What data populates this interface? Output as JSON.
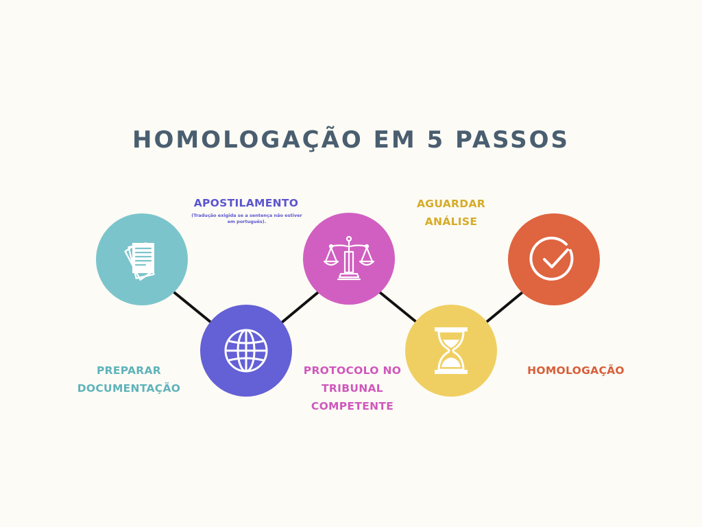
{
  "title": "HOMOLOGAÇÃO EM 5 PASSOS",
  "colors": {
    "background": "#fcfbf5",
    "title": "#4a5e70",
    "connector": "#111111",
    "step1": "#7cc4cc",
    "step2": "#6460d6",
    "step3": "#d15fc1",
    "step4": "#f0cf62",
    "step5": "#df6440",
    "step4_label": "#d6ab28",
    "icon": "#ffffff"
  },
  "steps": [
    {
      "icon": "documents-icon",
      "label_lines": [
        "PREPARAR",
        "DOCUMENTAÇÃO"
      ]
    },
    {
      "icon": "globe-icon",
      "label_lines": [
        "APOSTILAMENTO"
      ],
      "note_lines": [
        "(Tradução exigida se a sentença não estiver",
        "em português)."
      ]
    },
    {
      "icon": "scales-icon",
      "label_lines": [
        "PROTOCOLO NO",
        "TRIBUNAL",
        "COMPETENTE"
      ]
    },
    {
      "icon": "hourglass-icon",
      "label_lines": [
        "AGUARDAR",
        "ANÁLISE"
      ]
    },
    {
      "icon": "check-circle-icon",
      "label_lines": [
        "HOMOLOGAÇÃO"
      ]
    }
  ]
}
